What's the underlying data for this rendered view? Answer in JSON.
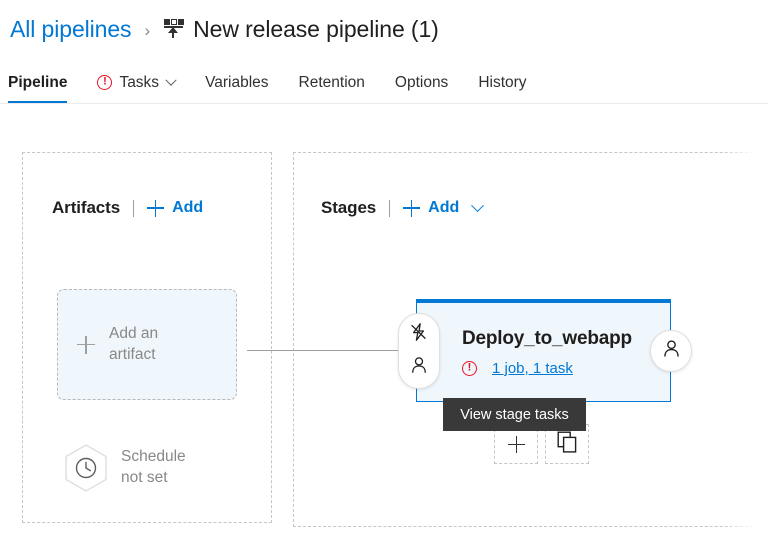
{
  "breadcrumb": {
    "parent_label": "All pipelines",
    "separator": "›",
    "icon": "release-pipeline-icon",
    "title": "New release pipeline (1)"
  },
  "tabs": [
    {
      "label": "Pipeline",
      "active": true,
      "icon": null,
      "chevron": false
    },
    {
      "label": "Tasks",
      "active": false,
      "icon": "warning-icon",
      "chevron": true
    },
    {
      "label": "Variables",
      "active": false,
      "icon": null,
      "chevron": false
    },
    {
      "label": "Retention",
      "active": false,
      "icon": null,
      "chevron": false
    },
    {
      "label": "Options",
      "active": false,
      "icon": null,
      "chevron": false
    },
    {
      "label": "History",
      "active": false,
      "icon": null,
      "chevron": false
    }
  ],
  "artifacts_panel": {
    "title": "Artifacts",
    "add_label": "Add",
    "add_card": {
      "line1": "Add an",
      "line2": "artifact",
      "icon": "plus-icon"
    },
    "schedule": {
      "line1": "Schedule",
      "line2": "not set",
      "icon": "clock-icon"
    }
  },
  "stages_panel": {
    "title": "Stages",
    "add_label": "Add",
    "stage": {
      "name": "Deploy_to_webapp",
      "status_icon": "warning-icon",
      "summary_link": "1 job, 1 task",
      "pre_deployment_icon": "trigger-lightning-icon",
      "pre_deployment_approval_icon": "person-icon",
      "post_deployment_approval_icon": "person-icon",
      "selected": true
    },
    "mini_actions": [
      {
        "name": "add-stage",
        "icon": "plus-icon"
      },
      {
        "name": "clone-stage",
        "icon": "copy-icon"
      }
    ]
  },
  "tooltip": {
    "text": "View stage tasks"
  },
  "colors": {
    "accent": "#0078d4",
    "stage_fill": "#eff6fc",
    "error": "#e81123",
    "tooltip_bg": "#393939",
    "muted_text": "#8a8886",
    "panel_border": "#c8c6c4"
  }
}
